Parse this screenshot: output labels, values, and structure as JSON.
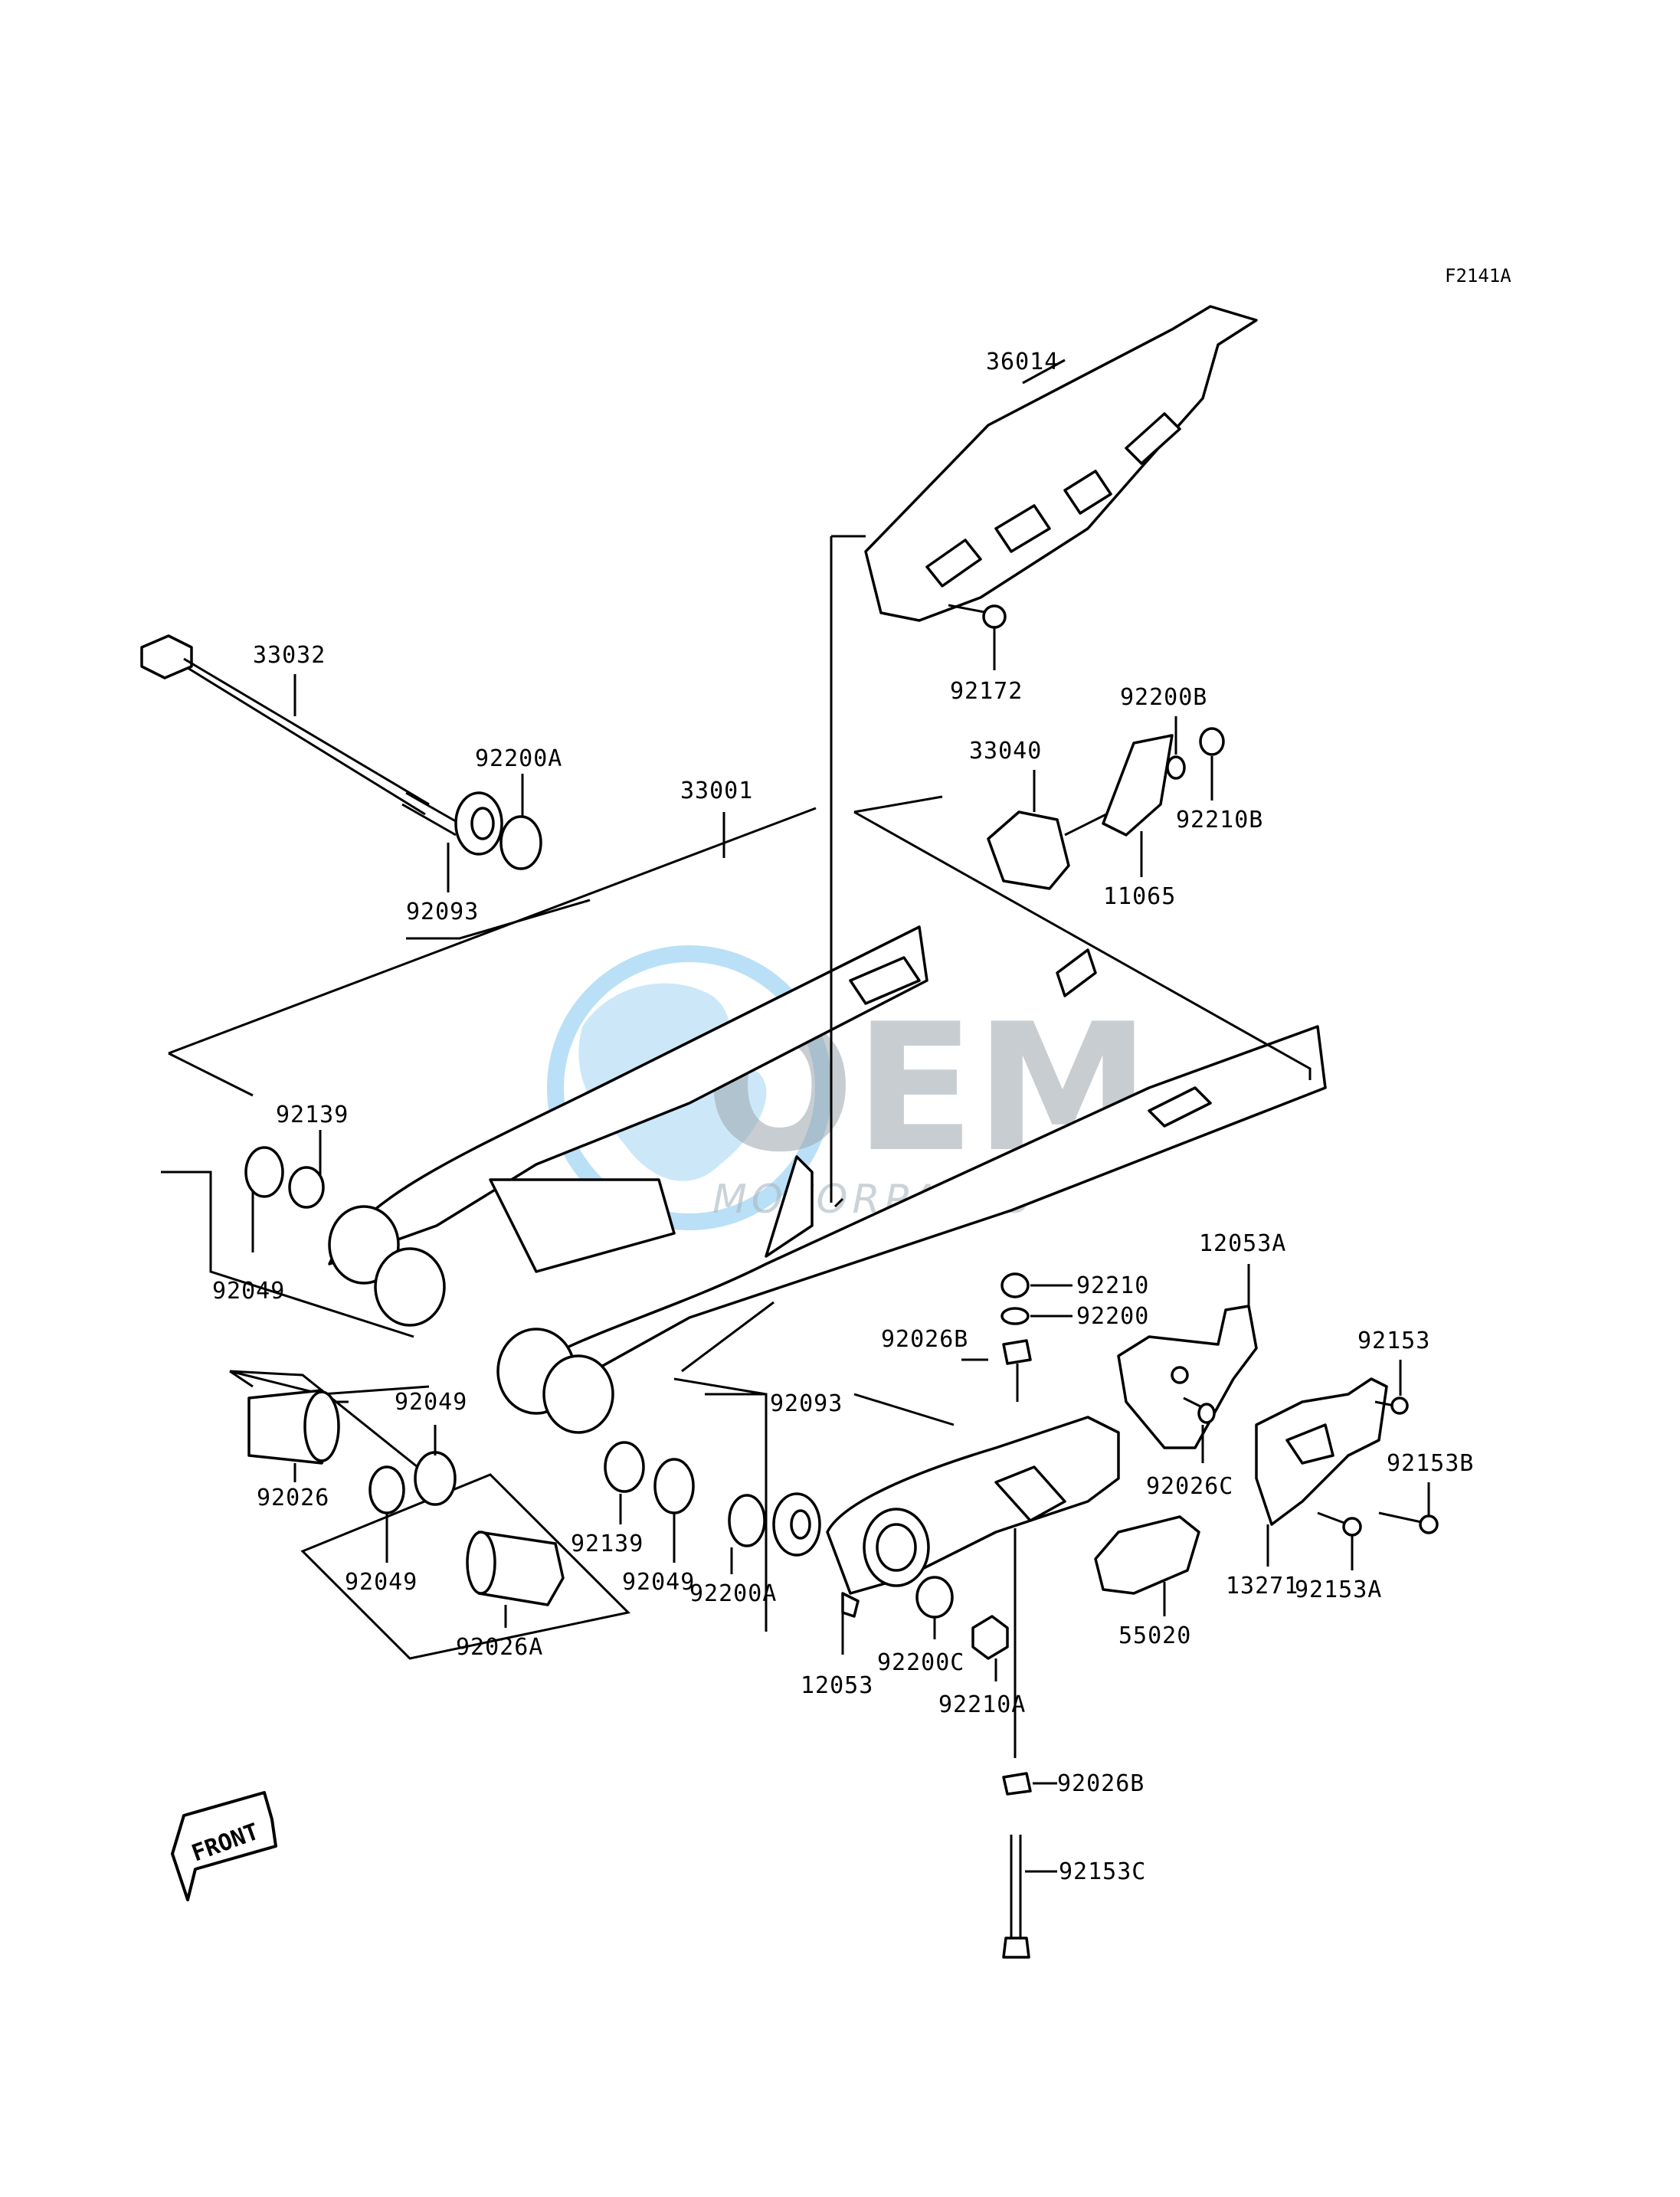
{
  "diagram_code": "F2141A",
  "watermark": {
    "brand": "OEM",
    "sub": "MOTORPARTS"
  },
  "front_arrow_label": "FRONT",
  "callouts": {
    "p36014": "36014",
    "p92172": "92172",
    "p33032": "33032",
    "p92200B": "92200B",
    "p92200A_top": "92200A",
    "p33040": "33040",
    "p33001": "33001",
    "p92210B": "92210B",
    "p11065": "11065",
    "p92093_top": "92093",
    "p92139_left": "92139",
    "p92049_left": "92049",
    "p12053A": "12053A",
    "p92210": "92210",
    "p92200": "92200",
    "p92026B_mid": "92026B",
    "p92153": "92153",
    "p92049_mid": "92049",
    "p92093_mid": "92093",
    "p92139_mid": "92139",
    "p92026": "92026",
    "p92049_center": "92049",
    "p92026C": "92026C",
    "p92153B": "92153B",
    "p92049_low": "92049",
    "p92200A_low": "92200A",
    "p13271": "13271",
    "p92153A": "92153A",
    "p92026A": "92026A",
    "p55020": "55020",
    "p92200C": "92200C",
    "p12053": "12053",
    "p92210A": "92210A",
    "p92026B_low": "92026B",
    "p92153C": "92153C"
  }
}
